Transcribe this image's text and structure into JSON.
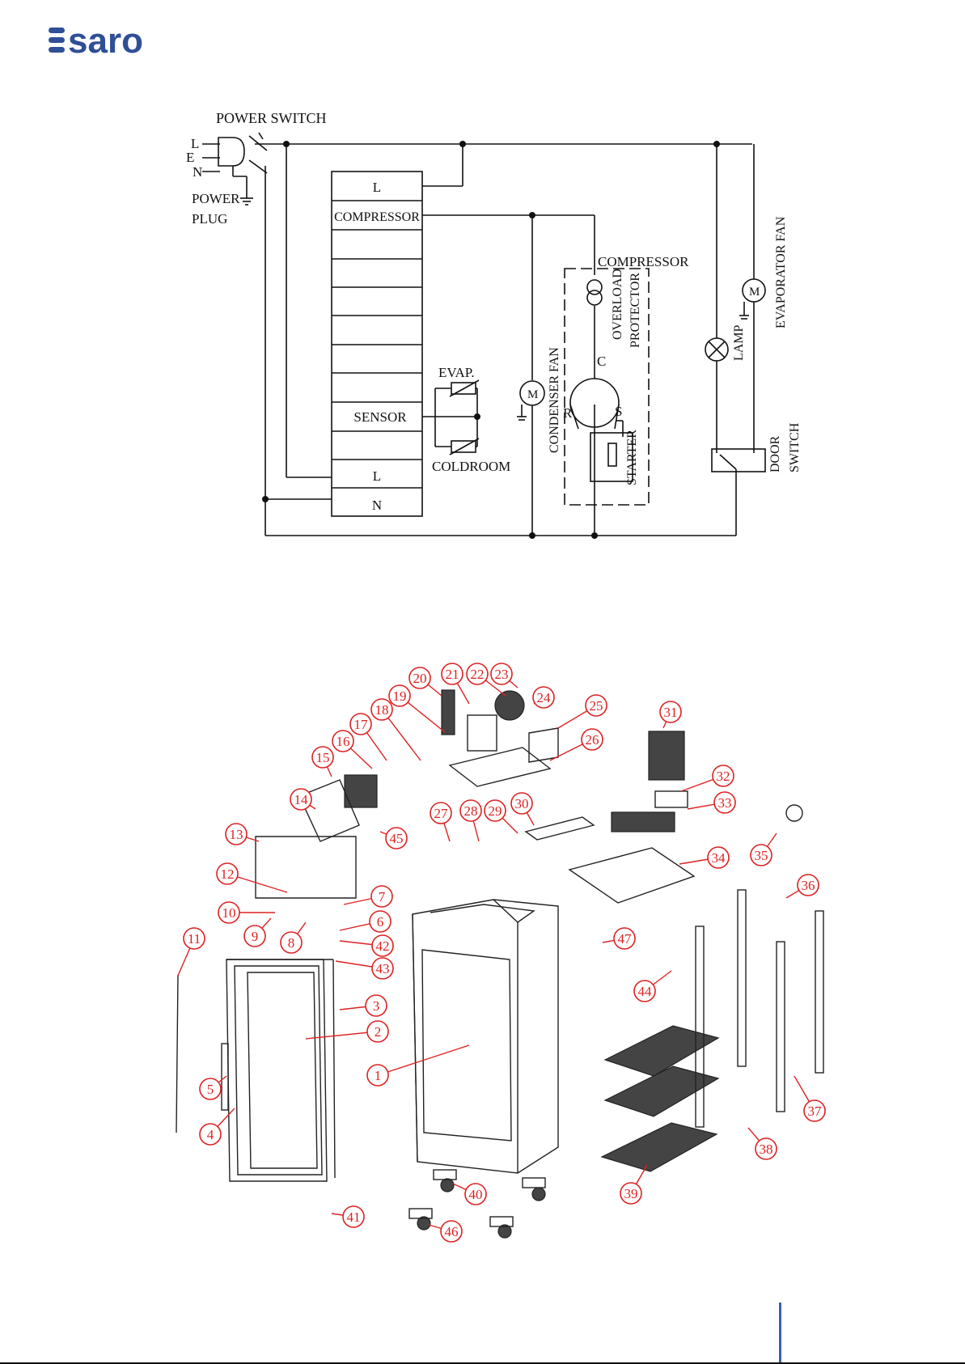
{
  "brand": {
    "name": "saro",
    "color": "#2f4f96"
  },
  "wiring": {
    "power_switch": "POWER SWITCH",
    "plug_lines": [
      "L",
      "E",
      "N"
    ],
    "power_plug": [
      "POWER",
      "PLUG"
    ],
    "terminal_block": [
      "L",
      "COMPRESSOR",
      "",
      "",
      "",
      "",
      "",
      "",
      "SENSOR",
      "",
      "L",
      "N"
    ],
    "evap": "EVAP.",
    "coldroom": "COLDROOM",
    "compressor": "COMPRESSOR",
    "overload_protector": [
      "OVERLOAD",
      "PROTECTOR"
    ],
    "condenser_fan": "CONDENSER FAN",
    "starter": "STARTER",
    "compressor_pins": [
      "C",
      "R",
      "S"
    ],
    "lamp": "LAMP",
    "evaporator_fan": "EVAPORATOR FAN",
    "door_switch": [
      "DOOR",
      "SWITCH"
    ],
    "motor_symbol": "M"
  },
  "parts": {
    "callouts": [
      "1",
      "2",
      "3",
      "4",
      "5",
      "6",
      "7",
      "8",
      "9",
      "10",
      "11",
      "12",
      "13",
      "14",
      "15",
      "16",
      "17",
      "18",
      "19",
      "20",
      "21",
      "22",
      "23",
      "24",
      "25",
      "26",
      "27",
      "28",
      "29",
      "30",
      "31",
      "32",
      "33",
      "34",
      "35",
      "36",
      "37",
      "38",
      "39",
      "40",
      "41",
      "42",
      "43",
      "44",
      "45",
      "46",
      "47"
    ],
    "callout_color": "#dd2222"
  }
}
